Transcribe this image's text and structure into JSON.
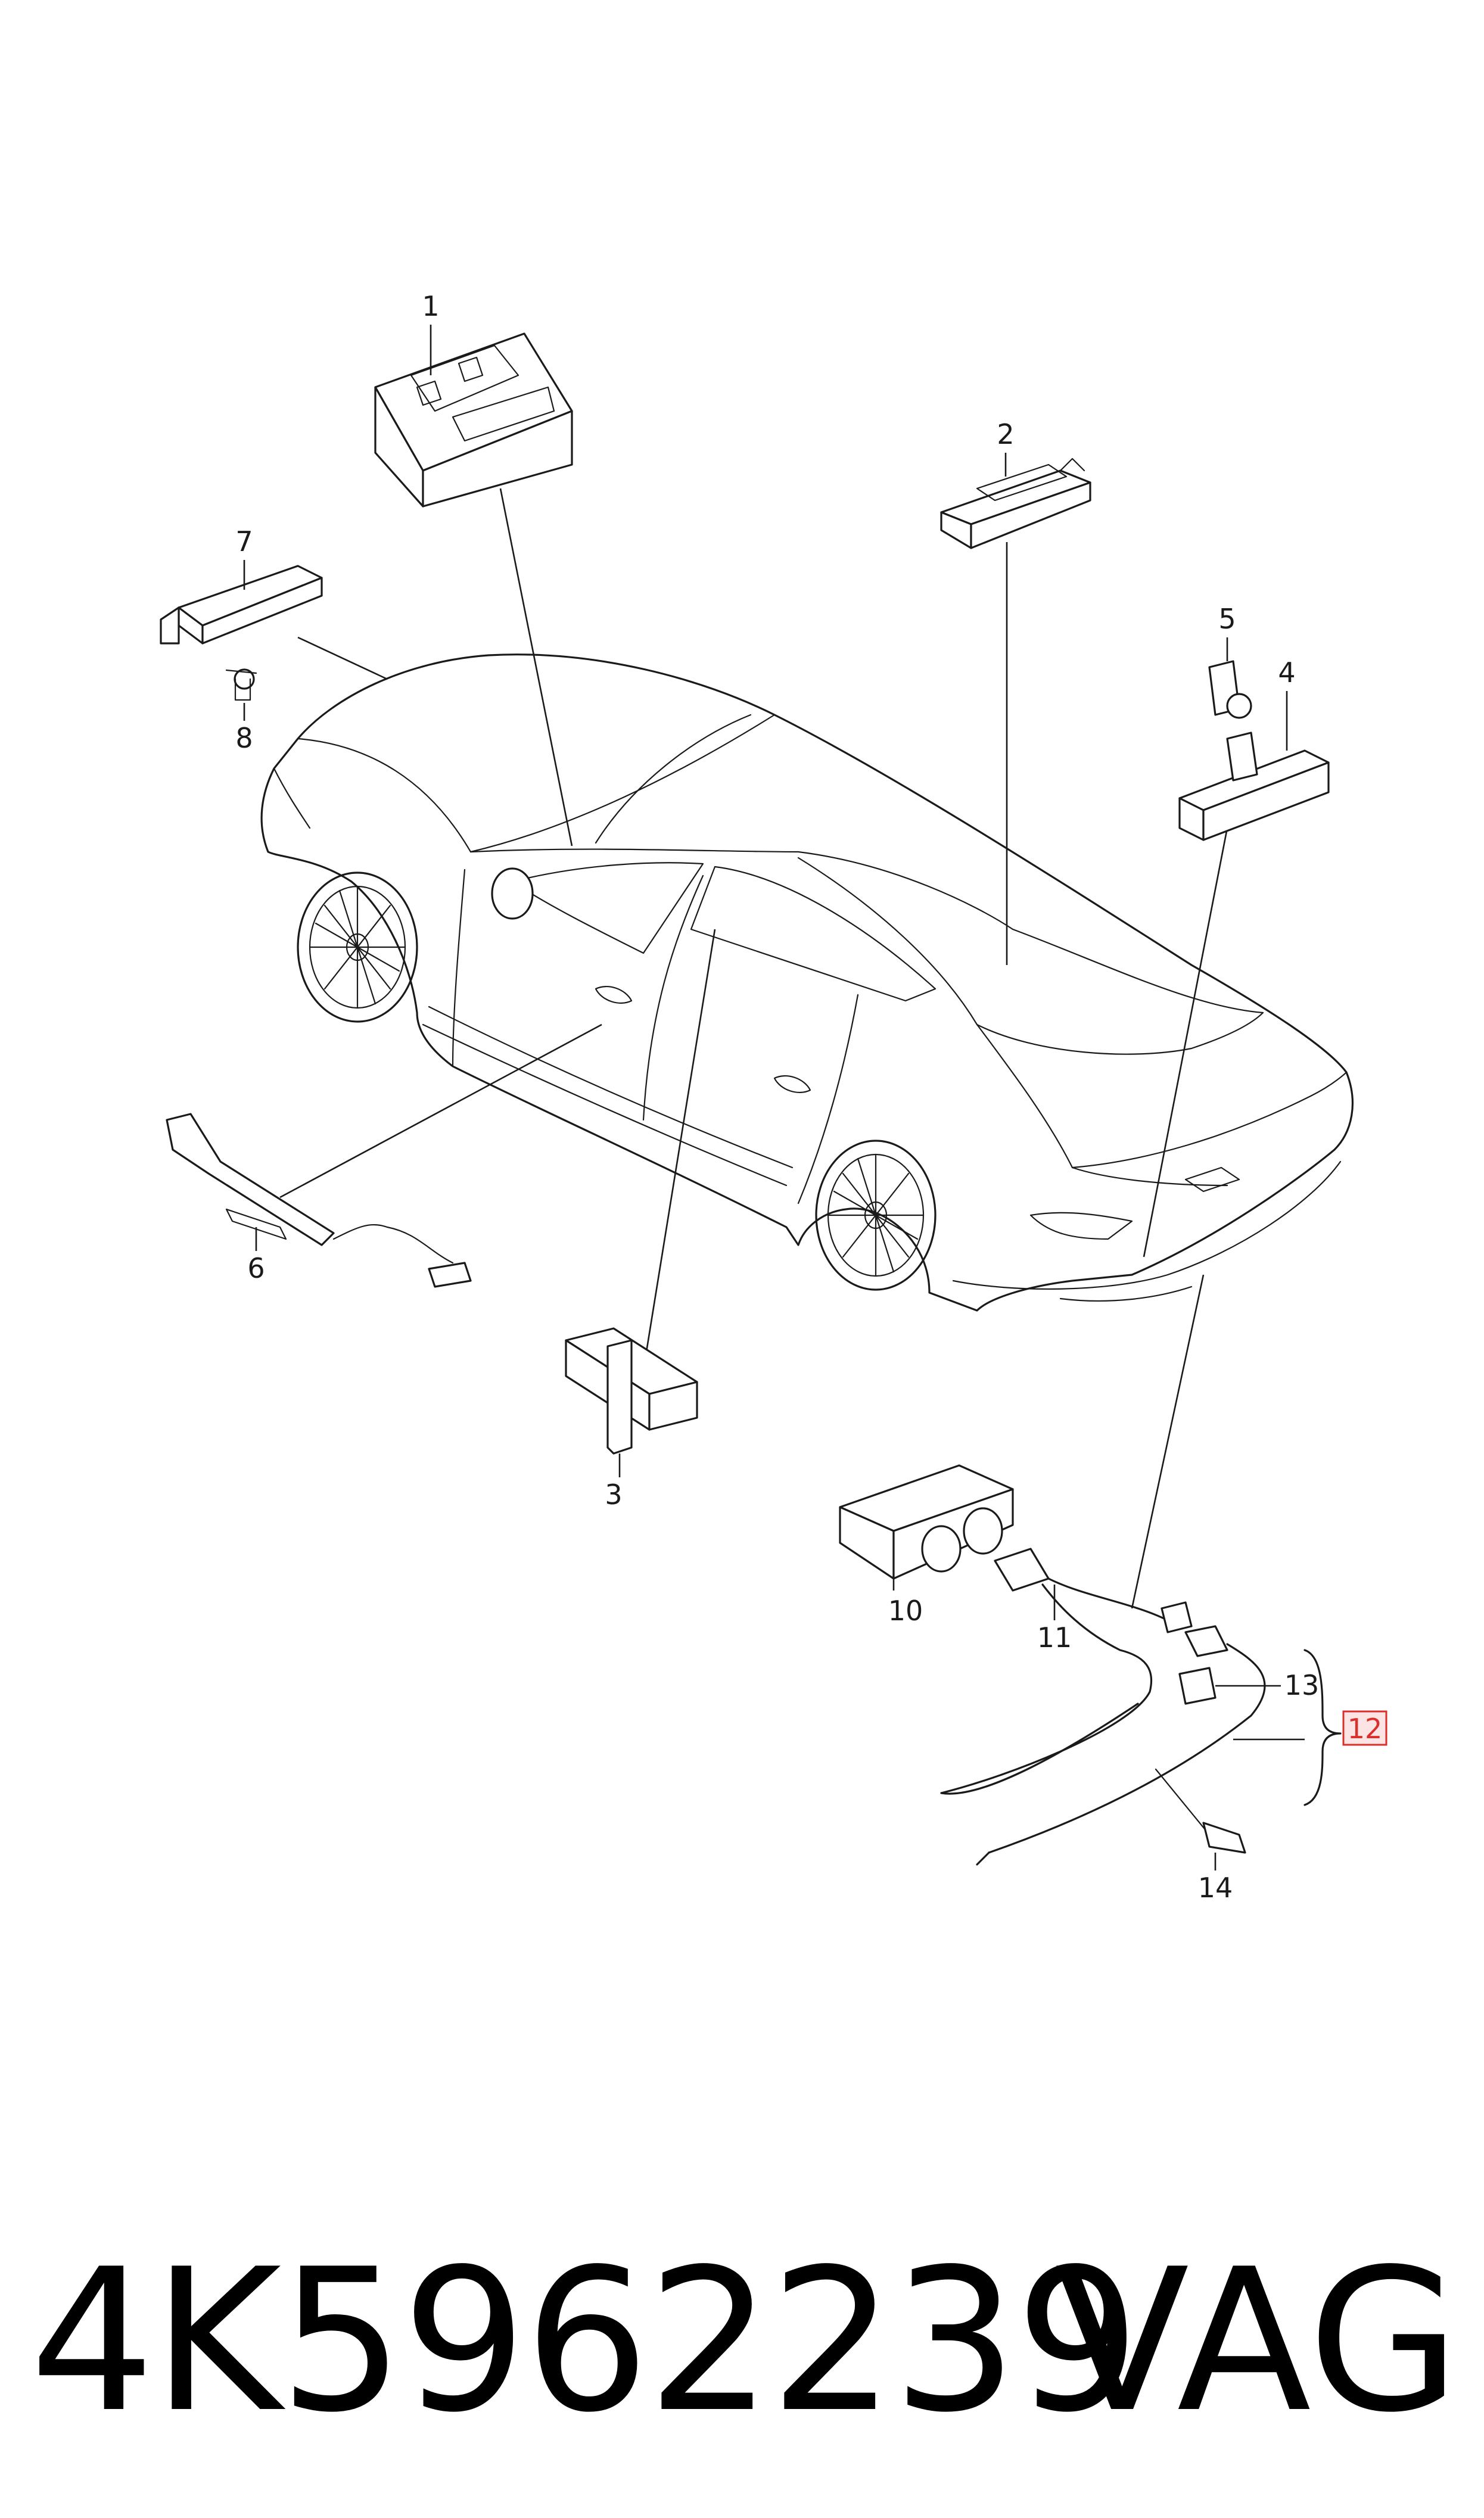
{
  "diagram": {
    "callouts": [
      {
        "id": "1",
        "label": "1"
      },
      {
        "id": "2",
        "label": "2"
      },
      {
        "id": "3",
        "label": "3"
      },
      {
        "id": "4",
        "label": "4"
      },
      {
        "id": "5",
        "label": "5"
      },
      {
        "id": "6",
        "label": "6"
      },
      {
        "id": "7",
        "label": "7"
      },
      {
        "id": "8",
        "label": "8"
      },
      {
        "id": "10",
        "label": "10"
      },
      {
        "id": "11",
        "label": "11"
      },
      {
        "id": "12",
        "label": "12",
        "highlighted": true
      },
      {
        "id": "13",
        "label": "13"
      },
      {
        "id": "14",
        "label": "14"
      }
    ],
    "highlight_color": "#d9302c",
    "highlight_fill": "#fde4e4"
  },
  "footer": {
    "part_number": "4K5962239",
    "brand": "VAG"
  }
}
